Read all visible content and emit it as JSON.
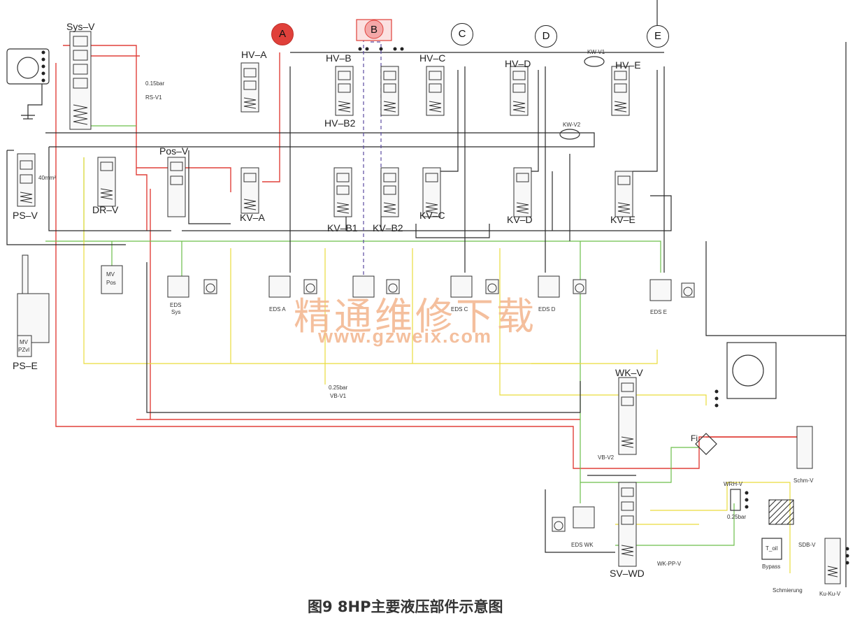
{
  "caption": "图9 8HP主要液压部件示意图",
  "watermark": {
    "cn": "精通维修下载",
    "url": "www.gzweix.com"
  },
  "circles": {
    "a": "A",
    "b": "B",
    "c": "C",
    "d": "D",
    "e": "E"
  },
  "valves": {
    "sys_v": "Sys–V",
    "ps_v": "PS–V",
    "dr_v": "DR–V",
    "pos_v": "Pos–V",
    "hv_a": "HV–A",
    "hv_b": "HV–B",
    "hv_b2": "HV–B2",
    "hv_c": "HV–C",
    "hv_d": "HV–D",
    "hv_e": "HV–E",
    "kv_a": "KV–A",
    "kv_b1": "KV–B1",
    "kv_b2": "KV–B2",
    "kv_c": "KV–C",
    "kv_d": "KV–D",
    "kv_e": "KV–E",
    "ps_e": "PS–E",
    "wk_v": "WK–V",
    "sv_wd": "SV–WD",
    "fi": "Fi"
  },
  "small_labels": {
    "rs_v1": "RS-V1",
    "mv_pos_1": "MV",
    "mv_pos_2": "Pos",
    "mv_pzv_1": "MV",
    "mv_pzv_2": "PZvl",
    "eds_sys_1": "EDS",
    "eds_sys_2": "Sys",
    "eds_a": "EDS A",
    "eds_c": "EDS C",
    "eds_d": "EDS D",
    "eds_e": "EDS E",
    "eds_wk": "EDS WK",
    "vb_v1": "VB-V1",
    "vb_v2": "VB-V2",
    "schm_v": "Schm-V",
    "wrh_v": "WRH-V",
    "wk_pp_v": "WK-PP-V",
    "sdb_v": "SDB-V",
    "bypass": "Bypass",
    "schmierung": "Schmierung",
    "ku_ku_v": "Ku-Ku-V",
    "kw_v1": "KW-V1",
    "kw_v2": "KW-V2",
    "t_oil": "T_oil",
    "bar_015": "0.15bar",
    "bar_025a": "0.25bar",
    "bar_025b": "0.25bar",
    "ps_e_area": "40mm²"
  },
  "colors": {
    "red": "#e0403a",
    "green": "#6cbf4a",
    "yellow": "#e9dc3c",
    "black": "#2a2a2a",
    "blue": "#4a4ad0",
    "orange": "#f3b48d"
  }
}
